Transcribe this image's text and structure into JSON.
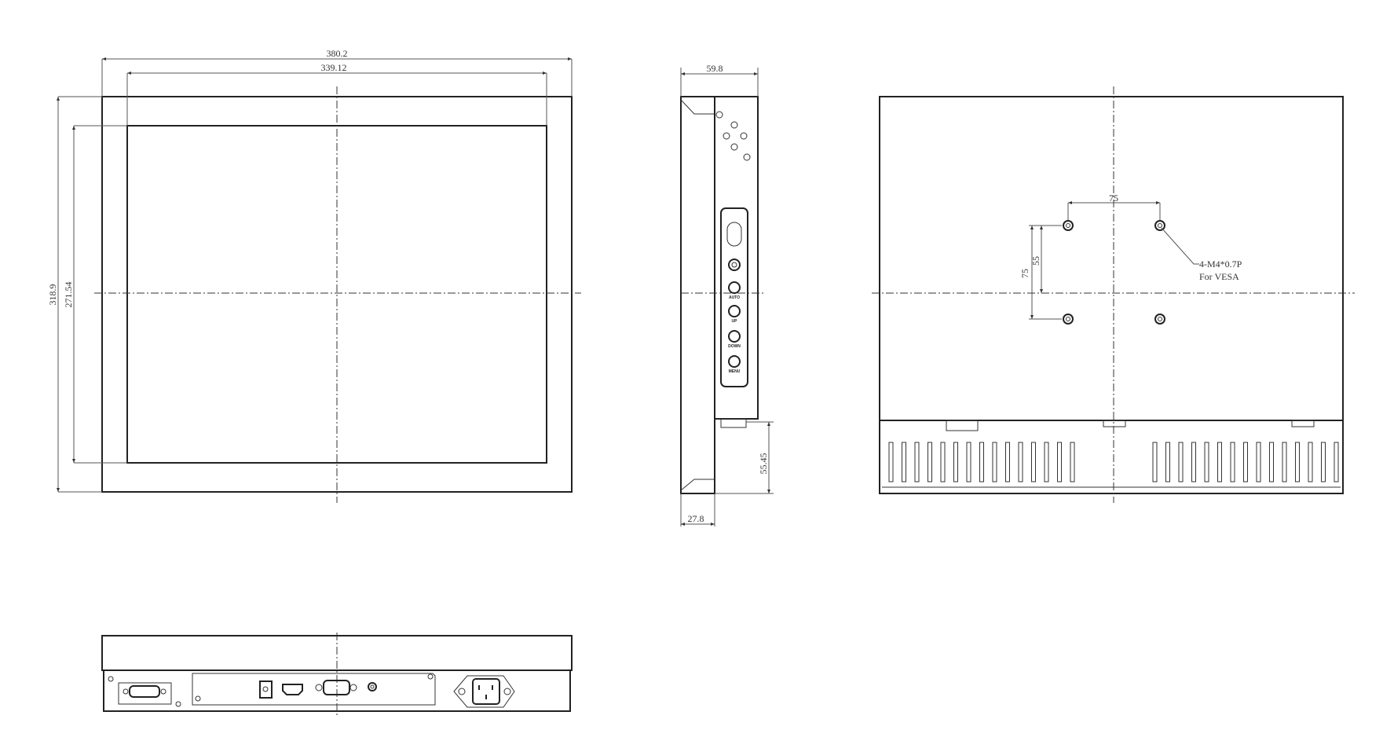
{
  "front_view": {
    "dims": {
      "overall_width": "380.2",
      "active_width": "339.12",
      "overall_height": "318.9",
      "active_height": "271.54"
    }
  },
  "side_view": {
    "dims": {
      "depth": "59.8",
      "bezel_depth": "27.8",
      "bottom_offset": "55.45"
    },
    "buttons": [
      {
        "name": "power",
        "label": ""
      },
      {
        "name": "auto",
        "label": "AUTO"
      },
      {
        "name": "up",
        "label": "UP"
      },
      {
        "name": "down",
        "label": "DOWN"
      },
      {
        "name": "menu",
        "label": "MENU"
      }
    ]
  },
  "back_view": {
    "dims": {
      "vesa_horizontal": "75",
      "vesa_vertical": "75",
      "hole_offset": "55"
    },
    "callout": {
      "line1": "4-M4*0.7P",
      "line2": "For VESA"
    }
  },
  "bottom_view": {
    "connectors": [
      "serial-db9",
      "dc-jack",
      "hdmi",
      "vga",
      "audio-jack",
      "ac-power-inlet"
    ]
  }
}
